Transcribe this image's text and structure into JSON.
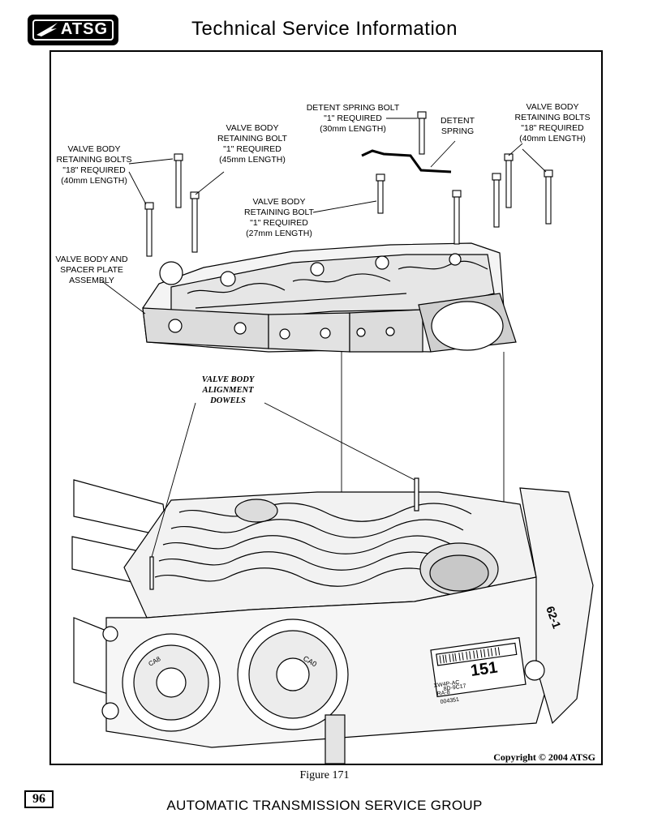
{
  "header": {
    "logo_text": "ATSG",
    "title": "Technical Service Information"
  },
  "figure": {
    "labels": {
      "retaining_bolts_18_left": [
        "VALVE BODY",
        "RETAINING BOLTS",
        "\"18\" REQUIRED",
        "(40mm LENGTH)"
      ],
      "retaining_bolt_1_45": [
        "VALVE BODY",
        "RETAINING BOLT",
        "\"1\" REQUIRED",
        "(45mm LENGTH)"
      ],
      "detent_spring_bolt": [
        "DETENT SPRING BOLT",
        "\"1\" REQUIRED",
        "(30mm LENGTH)"
      ],
      "detent_spring": [
        "DETENT",
        "SPRING"
      ],
      "retaining_bolts_18_right": [
        "VALVE BODY",
        "RETAINING BOLTS",
        "\"18\" REQUIRED",
        "(40mm LENGTH)"
      ],
      "retaining_bolt_1_27": [
        "VALVE BODY",
        "RETAINING BOLT",
        "\"1\" REQUIRED",
        "(27mm LENGTH)"
      ],
      "valve_body_spacer": [
        "VALVE BODY AND",
        "SPACER PLATE",
        "ASSEMBLY"
      ],
      "alignment_dowels": [
        "VALVE BODY",
        "ALIGNMENT",
        "DOWELS"
      ]
    },
    "case_markings": [
      "151",
      "62-1",
      "XW4P-AC",
      "RA-8",
      "004351",
      "8D-9C17",
      "CA0",
      "CA8"
    ]
  },
  "copyright": "Copyright © 2004 ATSG",
  "caption": "Figure 171",
  "footer": {
    "page_number": "96",
    "org": "AUTOMATIC TRANSMISSION SERVICE GROUP"
  }
}
